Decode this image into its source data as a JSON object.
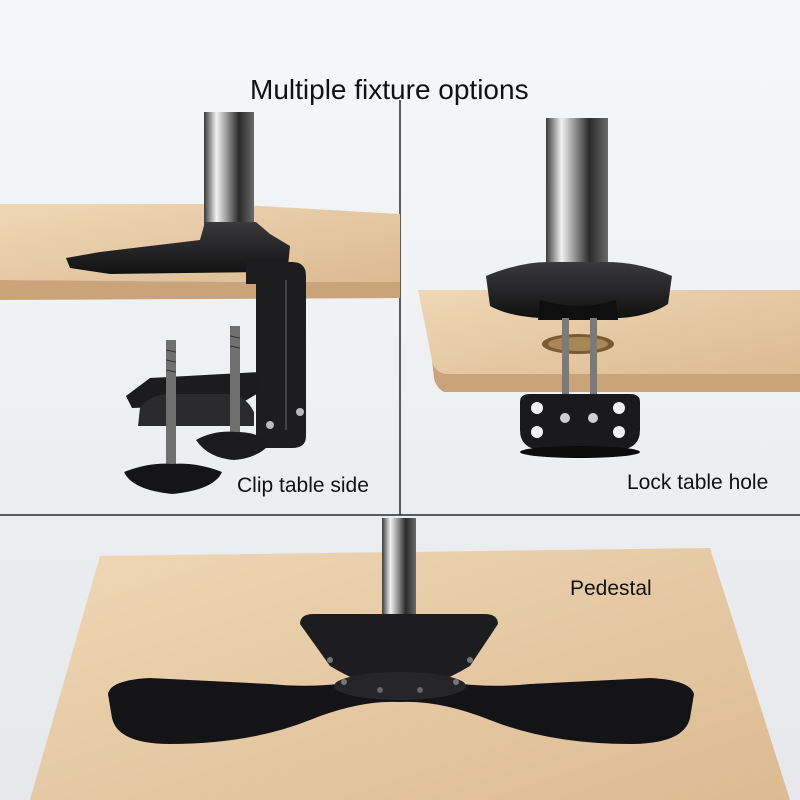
{
  "title": "Multiple fixture options",
  "panels": {
    "clip": {
      "label": "Clip table side"
    },
    "lock": {
      "label": "Lock table hole"
    },
    "pedestal": {
      "label": "Pedestal"
    }
  },
  "colors": {
    "background_top": "#f4f6f8",
    "background_bottom": "#e7e9ec",
    "wood": "#e6c9a4",
    "wood_edge": "#c8a27a",
    "metal_dark": "#1c1c1e",
    "pole_light": "#eeeeee",
    "divider": "#2a2a2a"
  }
}
